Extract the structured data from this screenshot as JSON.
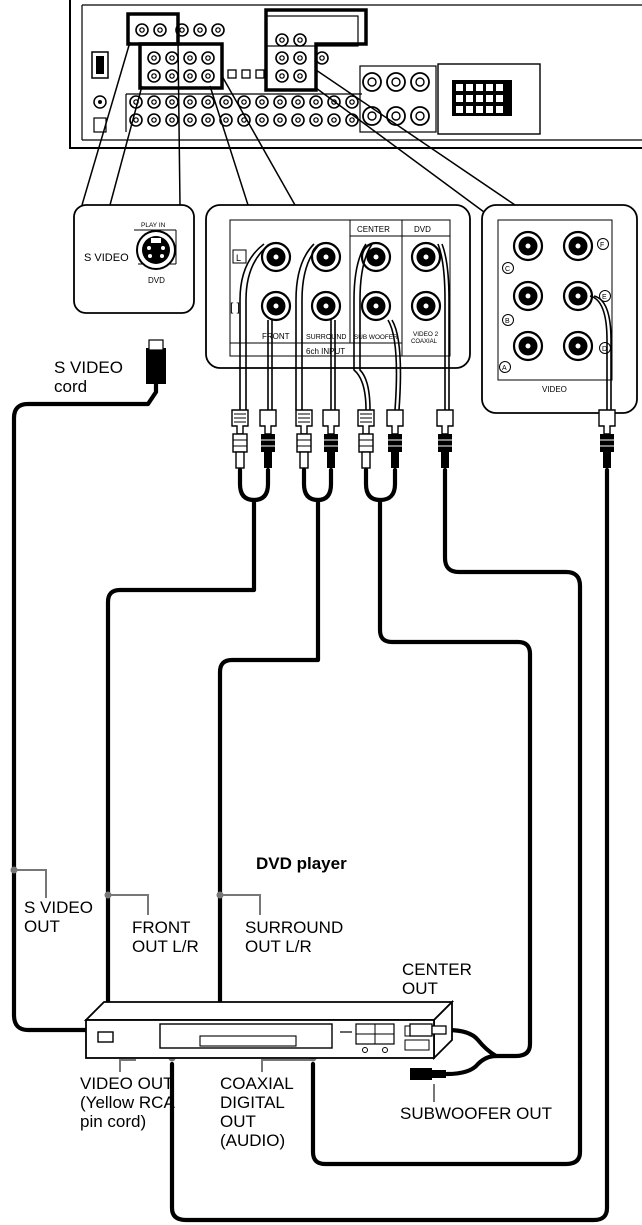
{
  "title": "DVD player",
  "panel": {
    "svideo_label": "S VIDEO",
    "play_in": "PLAY IN",
    "dvd_small": "DVD",
    "l_mark": "L",
    "r_mark": "[ ]",
    "front": "FRONT",
    "surround": "SURROUND",
    "center": "CENTER",
    "subwoofer": "SUB WOOFER",
    "dvd": "DVD",
    "video2_a": "VIDEO 2",
    "video2_b": "COAXIAL",
    "input_6ch": "6ch INPUT",
    "video": "VIDEO",
    "letters": [
      "C",
      "B",
      "A",
      "F",
      "E",
      "D"
    ]
  },
  "labels": {
    "svideo_cord": "S VIDEO\ncord",
    "svideo_out": "S VIDEO\nOUT",
    "front_out": "FRONT\nOUT L/R",
    "surround_out": "SURROUND\nOUT L/R",
    "center_out": "CENTER\nOUT",
    "subwoofer_out": "SUBWOOFER OUT",
    "video_out": "VIDEO OUT\n(Yellow RCA\npin cord)",
    "coaxial_out": "COAXIAL\nDIGITAL\nOUT\n(AUDIO)"
  }
}
